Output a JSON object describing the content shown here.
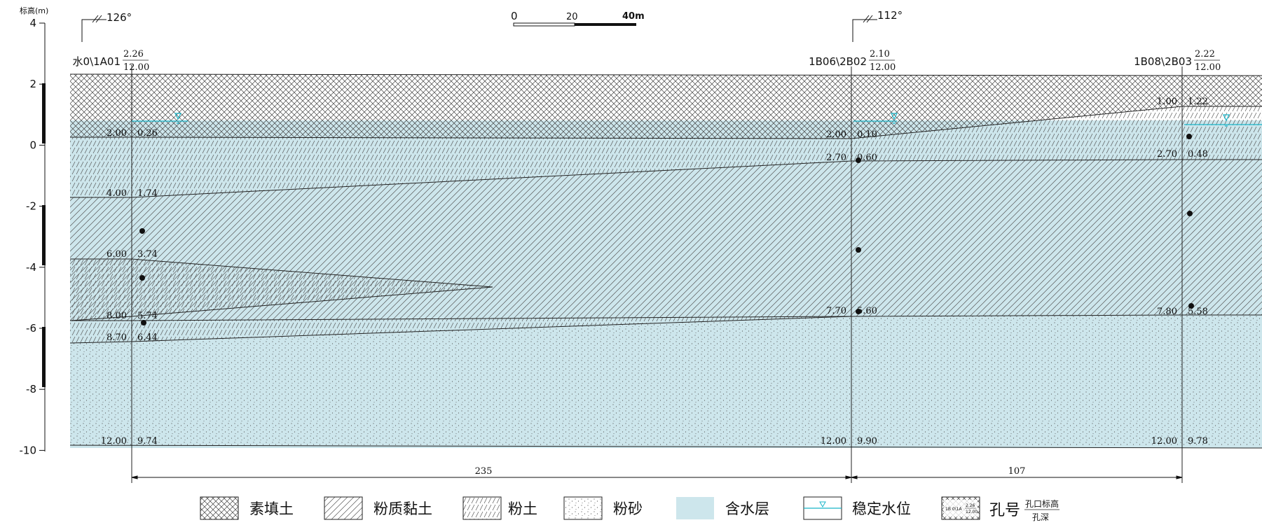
{
  "axis": {
    "title": "标高(m)",
    "ticks": [
      {
        "value": 4,
        "label": "4"
      },
      {
        "value": 2,
        "label": "2"
      },
      {
        "value": 0,
        "label": "0"
      },
      {
        "value": -2,
        "label": "-2"
      },
      {
        "value": -4,
        "label": "-4"
      },
      {
        "value": -6,
        "label": "-6"
      },
      {
        "value": -8,
        "label": "-8"
      },
      {
        "value": -10,
        "label": "-10"
      }
    ]
  },
  "scale_bar": {
    "labels": [
      "0",
      "20",
      "40m"
    ]
  },
  "direction_markers": [
    {
      "label": "126°"
    },
    {
      "label": "112°"
    }
  ],
  "boreholes": [
    {
      "id": "水0\\1A01",
      "elevation": "2.26",
      "depth": "12.00",
      "layers": [
        {
          "depth": "2.00",
          "elev": "0.26"
        },
        {
          "depth": "4.00",
          "elev": "1.74"
        },
        {
          "depth": "6.00",
          "elev": "3.74"
        },
        {
          "depth": "8.00",
          "elev": "5.74"
        },
        {
          "depth": "8.70",
          "elev": "6.44"
        },
        {
          "depth": "12.00",
          "elev": "9.74"
        }
      ]
    },
    {
      "id": "1B06\\2B02",
      "elevation": "2.10",
      "depth": "12.00",
      "layers": [
        {
          "depth": "2.00",
          "elev": "0.10"
        },
        {
          "depth": "2.70",
          "elev": "0.60"
        },
        {
          "depth": "7.70",
          "elev": "5.60"
        },
        {
          "depth": "12.00",
          "elev": "9.90"
        }
      ]
    },
    {
      "id": "1B08\\2B03",
      "elevation": "2.22",
      "depth": "12.00",
      "layers": [
        {
          "depth": "1.00",
          "elev": "1.22"
        },
        {
          "depth": "2.70",
          "elev": "0.48"
        },
        {
          "depth": "7.80",
          "elev": "5.58"
        },
        {
          "depth": "12.00",
          "elev": "9.78"
        }
      ]
    }
  ],
  "spacings": [
    "235",
    "107"
  ],
  "legend": {
    "fill_label": "素填土",
    "silty_clay_label": "粉质黏土",
    "silt_label": "粉土",
    "silty_sand_label": "粉砂",
    "aquifer_label": "含水层",
    "water_level_label": "稳定水位",
    "borehole_label": "孔号",
    "borehole_top": "孔口标高",
    "borehole_bottom": "孔深",
    "sample_id": "1B 0\\1A",
    "sample_top": "2.26",
    "sample_bottom": "12.00"
  },
  "colors": {
    "aquifer": "#cde6ec",
    "water_level": "#18b5c8",
    "line": "#222222"
  }
}
